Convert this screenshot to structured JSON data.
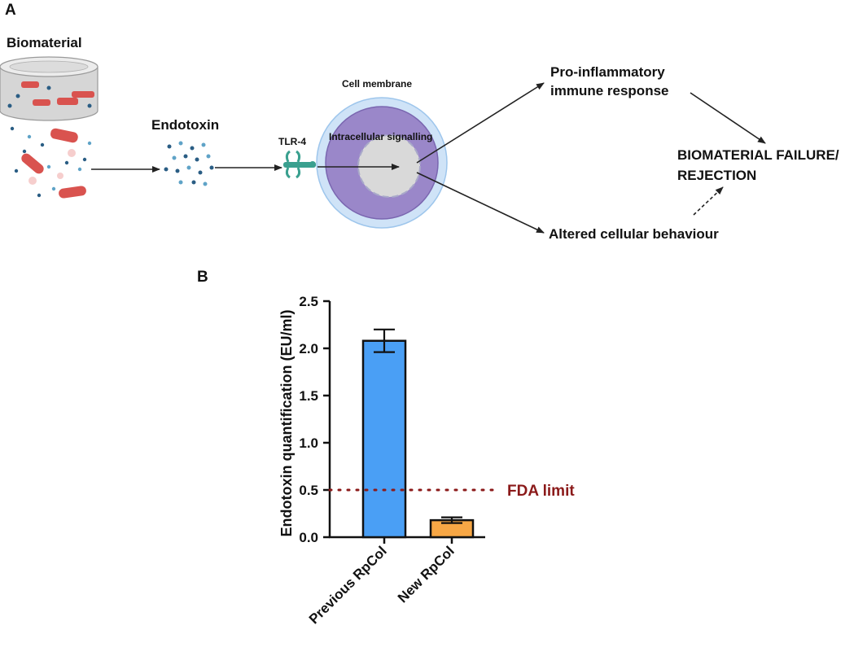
{
  "panel_a": {
    "panel_label": "A",
    "biomaterial_label": "Biomaterial",
    "endotoxin_label": "Endotoxin",
    "receptor_label": "TLR-4",
    "membrane_label": "Cell membrane",
    "signalling_label": "Intracellular signalling",
    "response_line1": "Pro-inflammatory",
    "response_line2": "immune response",
    "altered_label": "Altered cellular behaviour",
    "failure_line1": "BIOMATERIAL FAILURE/",
    "failure_line2": "REJECTION",
    "colors": {
      "bacteria": "#d9534f",
      "dot": "#2a5d84",
      "receptor": "#3aa08f",
      "cell_outer": "#cfe3f7",
      "cell_inner": "#9a87c9",
      "nucleus": "#d9d9d9"
    }
  },
  "panel_b": {
    "panel_label": "B",
    "reference_label": "FDA limit",
    "reference_color": "#8b1a1a",
    "bar_colors": [
      "#4a9ff5",
      "#f7a745"
    ]
  },
  "chart_data": {
    "type": "bar",
    "categories": [
      "Previous RpCol",
      "New RpCol"
    ],
    "values": [
      2.08,
      0.18
    ],
    "error": [
      0.12,
      0.03
    ],
    "ylabel": "Endotoxin quantification (EU/ml)",
    "ylim": [
      0,
      2.5
    ],
    "yticks": [
      "0.0",
      "0.5",
      "1.0",
      "1.5",
      "2.0",
      "2.5"
    ],
    "reference_line": {
      "value": 0.5,
      "label": "FDA limit",
      "style": "dotted"
    },
    "grid": false,
    "legend": "none"
  }
}
